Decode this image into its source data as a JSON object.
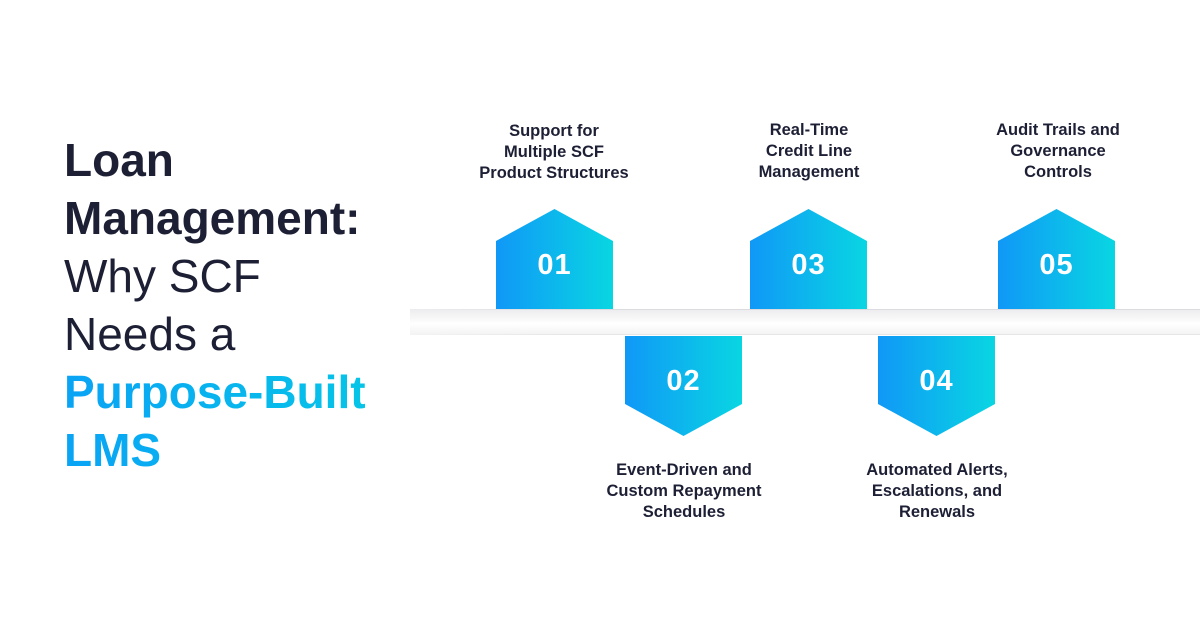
{
  "heading": {
    "line1": "Loan",
    "line2": "Management:",
    "line3": "Why SCF",
    "line4": "Needs a",
    "line5": "Purpose-Built",
    "line6": "LMS"
  },
  "accent_colors": {
    "gradient_start": "#1098f7",
    "gradient_end": "#09d6e2",
    "text_dark": "#1d1f35"
  },
  "steps": [
    {
      "number": "01",
      "label": [
        "Support for",
        "Multiple SCF",
        "Product Structures"
      ]
    },
    {
      "number": "02",
      "label": [
        "Event-Driven and",
        "Custom Repayment",
        "Schedules"
      ]
    },
    {
      "number": "03",
      "label": [
        "Real-Time",
        "Credit Line",
        "Management"
      ]
    },
    {
      "number": "04",
      "label": [
        "Automated Alerts,",
        "Escalations, and",
        "Renewals"
      ]
    },
    {
      "number": "05",
      "label": [
        "Audit Trails and",
        "Governance",
        "Controls"
      ]
    }
  ]
}
